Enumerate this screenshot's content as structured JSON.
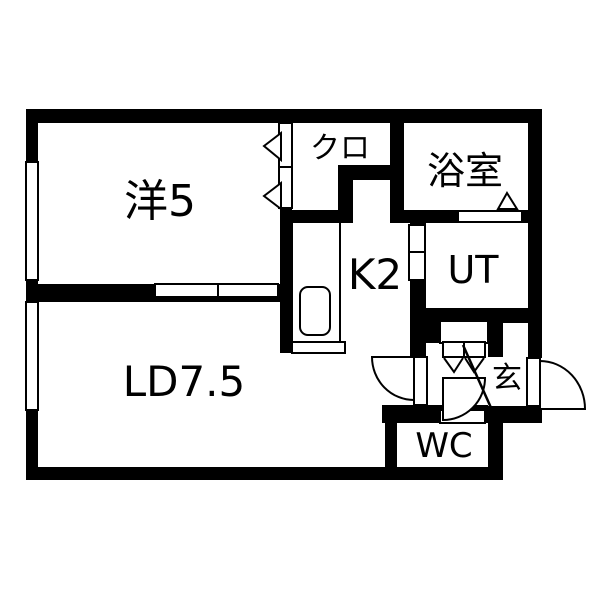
{
  "plan": {
    "rooms": [
      {
        "name": "western-room",
        "label": "洋5"
      },
      {
        "name": "closet",
        "label": "クロ"
      },
      {
        "name": "bathroom",
        "label": "浴室"
      },
      {
        "name": "kitchen",
        "label": "K2"
      },
      {
        "name": "utility",
        "label": "UT"
      },
      {
        "name": "living-dining",
        "label": "LD7.5"
      },
      {
        "name": "entrance",
        "label": "玄"
      },
      {
        "name": "toilet",
        "label": "WC"
      }
    ],
    "colors": {
      "wall": "#000000",
      "floor": "#ffffff",
      "line": "#000000"
    }
  }
}
